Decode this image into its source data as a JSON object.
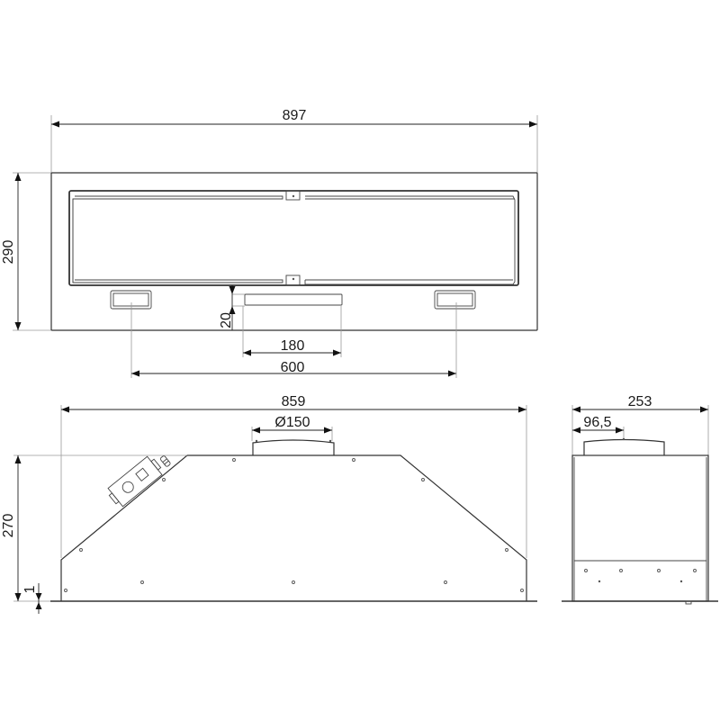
{
  "drawing": {
    "title": "Built-in cooker hood dimensional drawing",
    "line_color": "#333333",
    "dimension_color": "#222222",
    "extension_color": "#9a9a9a"
  },
  "top_view": {
    "overall_width": "897",
    "overall_height": "290",
    "filter_offset": "20",
    "vent_width": "180",
    "lamp_spacing": "600"
  },
  "front_view": {
    "overall_width": "859",
    "outlet_diameter": "Ø150",
    "overall_height": "270",
    "flange_thickness": "1"
  },
  "side_view": {
    "overall_depth": "253",
    "outlet_offset": "96,5"
  }
}
